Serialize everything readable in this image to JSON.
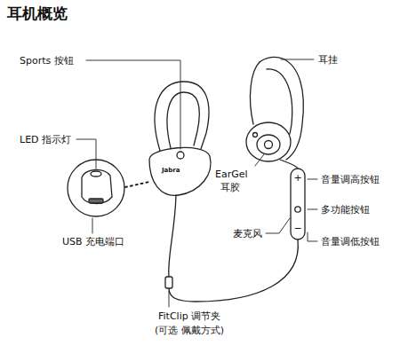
{
  "diagram": {
    "title": "耳机概览",
    "labels": [
      "Sports 按钮",
      "LED 指示灯",
      "USB 充电端口",
      "FitClip 调节夹",
      "(可选 佩戴方式)",
      "耳挂",
      "EarGel",
      "耳胶",
      "音量调高按钮",
      "多功能按钮",
      "麦克风",
      "音量调低按钮",
      "Jabra",
      "+",
      "−"
    ]
  }
}
